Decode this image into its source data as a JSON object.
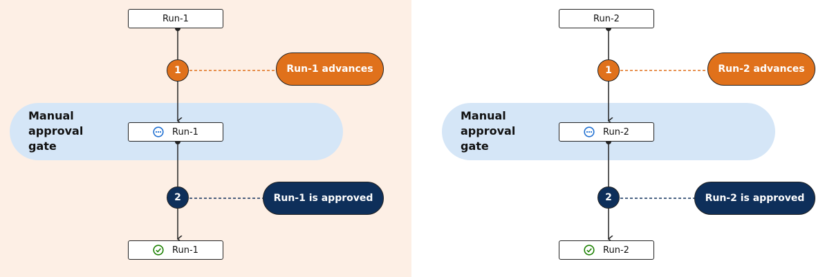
{
  "colors": {
    "left_background": "#fdefe5",
    "gate_fill": "#d5e6f7",
    "advance_orange": "#e0711b",
    "approve_navy": "#0e2f5a",
    "pending_icon_blue": "#1f6fd1",
    "success_icon_green": "#1d8102"
  },
  "gate_label": "Manual approval gate",
  "panels": [
    {
      "run_label": "Run-1",
      "step1_number": "1",
      "step1_text": "Run-1 advances",
      "step2_number": "2",
      "step2_text": "Run-1 is approved",
      "icons": {
        "pending": "ellipsis-circle-icon",
        "done": "check-circle-icon"
      }
    },
    {
      "run_label": "Run-2",
      "step1_number": "1",
      "step1_text": "Run-2 advances",
      "step2_number": "2",
      "step2_text": "Run-2 is approved",
      "icons": {
        "pending": "ellipsis-circle-icon",
        "done": "check-circle-icon"
      }
    }
  ]
}
